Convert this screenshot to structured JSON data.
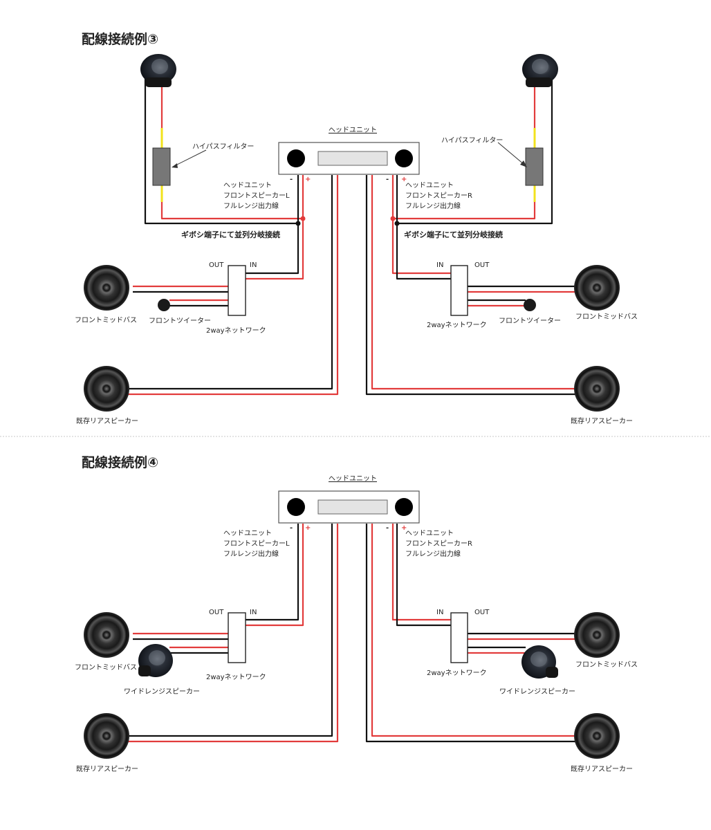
{
  "diagram3": {
    "title": "配線接続例③",
    "head_unit": "ヘッドユニット",
    "high_pass_filter": "ハイパスフィルター",
    "output_left": [
      "ヘッドユニット",
      "フロントスピーカーL",
      "フルレンジ出力線"
    ],
    "output_right": [
      "ヘッドユニット",
      "フロントスピーカーR",
      "フルレンジ出力線"
    ],
    "branch_note": "ギボシ端子にて並列分岐接続",
    "network_out": "OUT",
    "network_in": "IN",
    "network": "2wayネットワーク",
    "front_mid_bass": "フロントミッドバス",
    "front_tweeter": "フロントツイーター",
    "rear_speaker": "既存リアスピーカー",
    "minus": "-",
    "plus": "+"
  },
  "diagram4": {
    "title": "配線接続例④",
    "head_unit": "ヘッドユニット",
    "output_left": [
      "ヘッドユニット",
      "フロントスピーカーL",
      "フルレンジ出力線"
    ],
    "output_right": [
      "ヘッドユニット",
      "フロントスピーカーR",
      "フルレンジ出力線"
    ],
    "network_out": "OUT",
    "network_in": "IN",
    "network": "2wayネットワーク",
    "front_mid_bass": "フロントミッドバス",
    "wide_range_speaker": "ワイドレンジスピーカー",
    "rear_speaker": "既存リアスピーカー",
    "minus": "-",
    "plus": "+"
  },
  "colors": {
    "positive_wire": "#e23b3b",
    "negative_wire": "#111111",
    "filter_lead": "#f2e21c",
    "divider": "#c8c8c8"
  },
  "icons": [
    "speaker-icon",
    "tweeter-icon",
    "wide-range-speaker-icon",
    "head-unit-icon",
    "high-pass-filter-icon",
    "network-box-icon"
  ]
}
